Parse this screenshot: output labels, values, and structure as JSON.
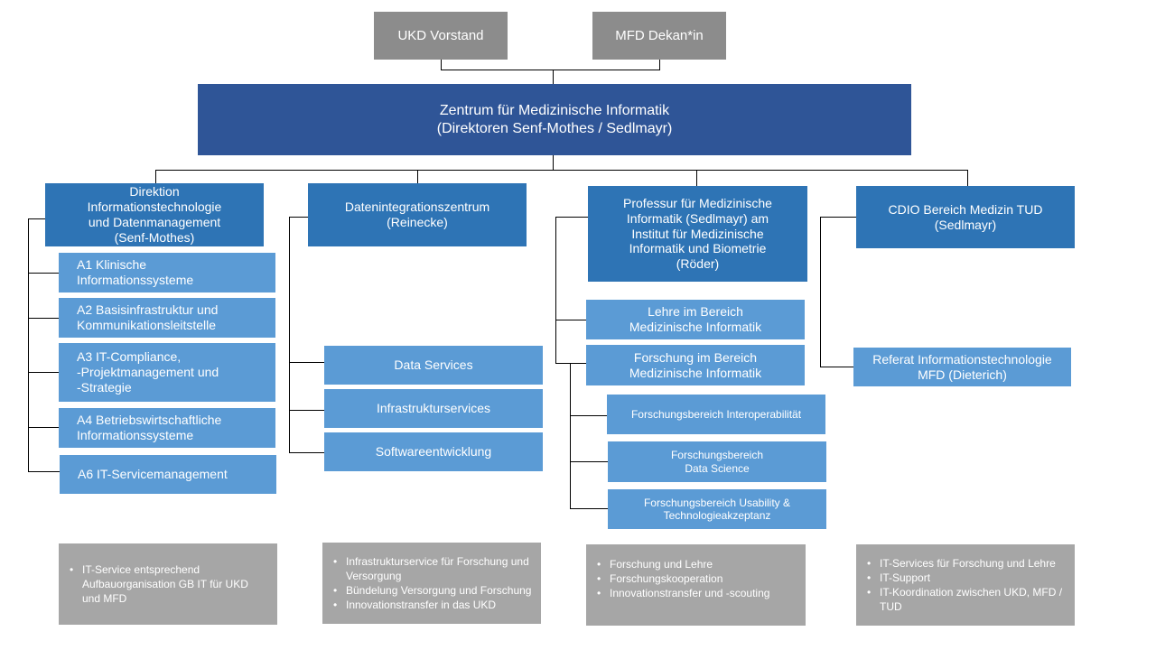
{
  "top": {
    "ukd": "UKD Vorstand",
    "mfd": "MFD Dekan*in"
  },
  "center": {
    "title": "Zentrum für Medizinische Informatik",
    "subtitle": "(Direktoren Senf-Mothes / Sedlmayr)"
  },
  "col1": {
    "head": "Direktion\nInformationstechnologie\nund Datenmanagement\n(Senf-Mothes)",
    "units": [
      "A1 Klinische\nInformationssysteme",
      "A2 Basisinfrastruktur und\nKommunikationsleitstelle",
      "A3 IT-Compliance,\n-Projektmanagement und\n-Strategie",
      "A4 Betriebswirtschaftliche\nInformationssysteme",
      "A6 IT-Servicemanagement"
    ],
    "notes": [
      "IT-Service  entsprechend Aufbauorganisation   GB IT für UKD und MFD"
    ]
  },
  "col2": {
    "head": "Datenintegrationszentrum\n(Reinecke)",
    "units": [
      "Data Services",
      "Infrastrukturservices",
      "Softwareentwicklung"
    ],
    "notes": [
      "Infrastrukturservice  für Forschung und Versorgung",
      "Bündelung  Versorgung  und Forschung",
      "Innovationstransfer  in das UKD"
    ]
  },
  "col3": {
    "head": "Professur für Medizinische\nInformatik (Sedlmayr) am\nInstitut für Medizinische\nInformatik und Biometrie\n(Röder)",
    "units": [
      "Lehre im Bereich\nMedizinische Informatik",
      "Forschung im Bereich\nMedizinische Informatik"
    ],
    "subunits": [
      "Forschungsbereich   Interoperabilität",
      "Forschungsbereich\nData Science",
      "Forschungsbereich  Usability &\nTechnologieakzeptanz"
    ],
    "notes": [
      "Forschung und Lehre",
      "Forschungskooperation",
      "Innovationstransfer  und -scouting"
    ]
  },
  "col4": {
    "head": "CDIO Bereich Medizin TUD\n(Sedlmayr)",
    "units": [
      "Referat Informationstechnologie\nMFD (Dieterich)"
    ],
    "notes": [
      "IT-Services  für Forschung und Lehre",
      "IT-Support",
      "IT-Koordination  zwischen UKD, MFD / TUD"
    ]
  },
  "colors": {
    "grey": "#8c8c8c",
    "dark": "#2f5597",
    "mid": "#2e74b5",
    "light": "#5b9bd5",
    "note": "#a6a6a6"
  }
}
